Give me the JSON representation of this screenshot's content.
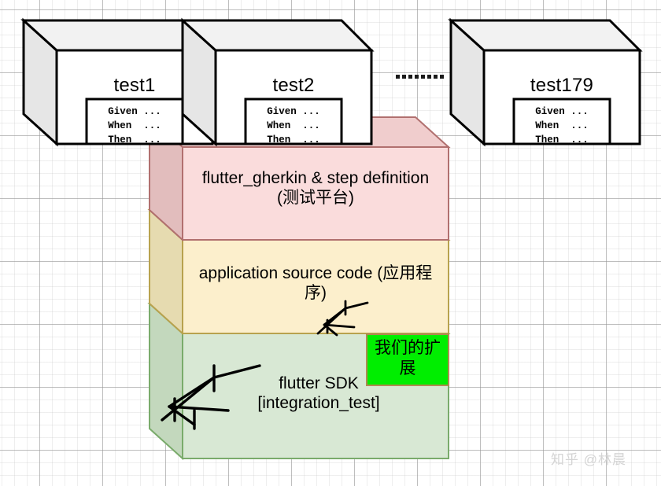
{
  "diagram": {
    "title_hidden": "",
    "test_cubes": [
      {
        "name": "test1",
        "label": "test1",
        "gherkin": "Given ...\nWhen  ...\nThen  ..."
      },
      {
        "name": "test2",
        "label": "test2",
        "gherkin": "Given ...\nWhen  ...\nThen  ..."
      },
      {
        "name": "test179",
        "label": "test179",
        "gherkin": "Given ...\nWhen  ...\nThen  ..."
      }
    ],
    "ellipsis": "........",
    "layers": [
      {
        "id": "gherkin-layer",
        "label": "flutter_gherkin & step definition\n(测试平台)",
        "fill": "#fadcdc",
        "side_fill": "#e2bdbd",
        "stroke": "#b1706f"
      },
      {
        "id": "app-layer",
        "label": "application source code (应用程序)",
        "fill": "#fcefcc",
        "side_fill": "#e6dbb0",
        "stroke": "#b8a24e"
      },
      {
        "id": "sdk-layer",
        "label": "flutter SDK\n[integration_test]",
        "fill": "#d8e8d4",
        "side_fill": "#c3d8bd",
        "stroke": "#7aab6b"
      }
    ],
    "highlight": {
      "label": "我们的扩展",
      "fill": "#00ee00",
      "stroke": "#b08a52"
    },
    "cube": {
      "front_fill": "#ffffff",
      "top_fill": "#f2f2f2",
      "side_fill": "#e6e6e6",
      "stroke": "#000000"
    },
    "watermark": "知乎 @林晨"
  }
}
